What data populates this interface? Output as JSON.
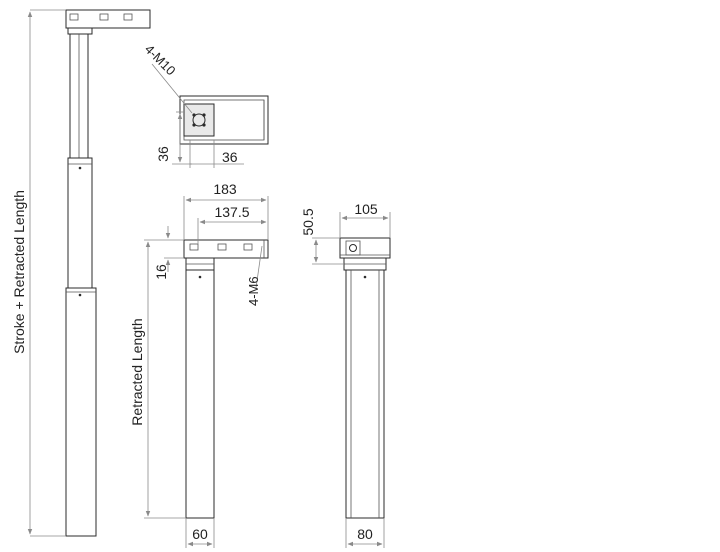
{
  "labels": {
    "stroke_retracted": "Stroke + Retracted Length",
    "retracted": "Retracted Length",
    "bolt_m10": "4-M10",
    "bolt_m6": "4-M6",
    "dim_36_vertical": "36",
    "dim_36_horizontal": "36",
    "dim_183": "183",
    "dim_137_5": "137.5",
    "dim_16": "16",
    "dim_50_5": "50.5",
    "dim_105": "105",
    "dim_60": "60",
    "dim_80": "80"
  }
}
